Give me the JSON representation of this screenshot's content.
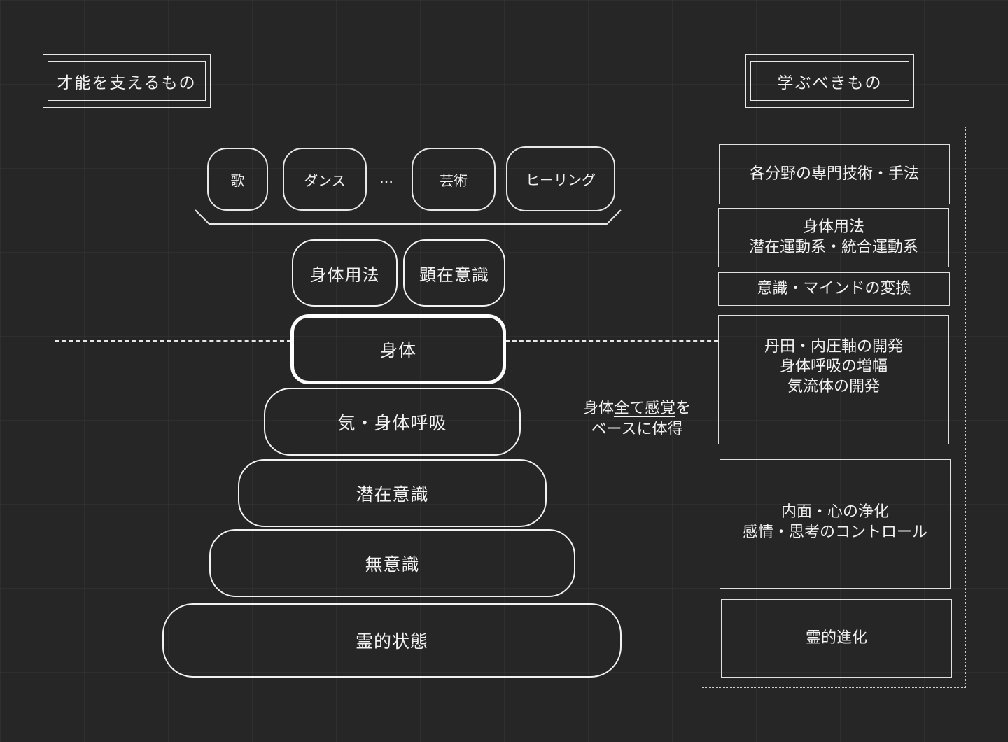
{
  "left_title": "才能を支えるもの",
  "right_title": "学ぶべきもの",
  "talents": [
    "歌",
    "ダンス",
    "芸術",
    "ヒーリング"
  ],
  "talents_ellipsis": "…",
  "pyramid": {
    "top_left": "身体用法",
    "top_right": "顕在意識",
    "body": "身体",
    "levels": [
      "気・身体呼吸",
      "潜在意識",
      "無意識",
      "霊的状態"
    ]
  },
  "center_note": {
    "line1_a": "身体",
    "line1_b": "全て感覚",
    "line1_c": "を",
    "line2": "ベースに体得"
  },
  "learn": {
    "item1": "各分野の専門技術・手法",
    "item2": [
      "身体用法",
      "潜在運動系・統合運動系"
    ],
    "item3": "意識・マインドの変換",
    "item4": [
      "丹田・内圧軸の開発",
      "身体呼吸の増幅",
      "気流体の開発"
    ],
    "item5": [
      "内面・心の浄化",
      "感情・思考のコントロール"
    ],
    "item6": "霊的進化"
  }
}
